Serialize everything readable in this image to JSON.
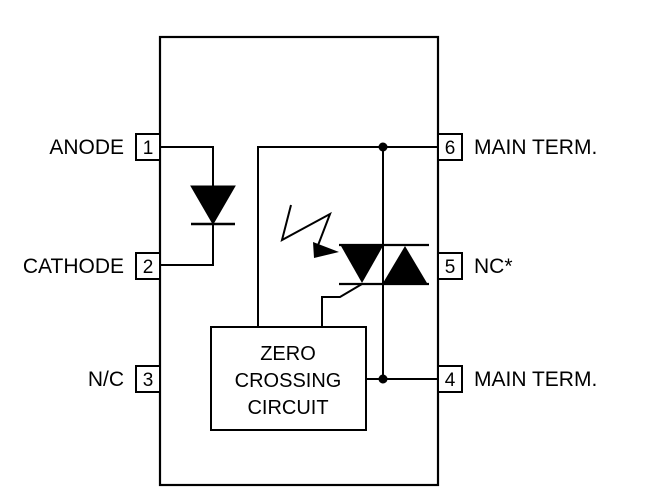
{
  "pins": {
    "pin1": {
      "number": "1",
      "label": "ANODE"
    },
    "pin2": {
      "number": "2",
      "label": "CATHODE"
    },
    "pin3": {
      "number": "3",
      "label": "N/C"
    },
    "pin4": {
      "number": "4",
      "label": "MAIN TERM."
    },
    "pin5": {
      "number": "5",
      "label": "NC*"
    },
    "pin6": {
      "number": "6",
      "label": "MAIN TERM."
    }
  },
  "zero_crossing_circuit": {
    "line1": "ZERO",
    "line2": "CROSSING",
    "line3": "CIRCUIT"
  },
  "colors": {
    "stroke": "#000000",
    "background": "#ffffff"
  }
}
